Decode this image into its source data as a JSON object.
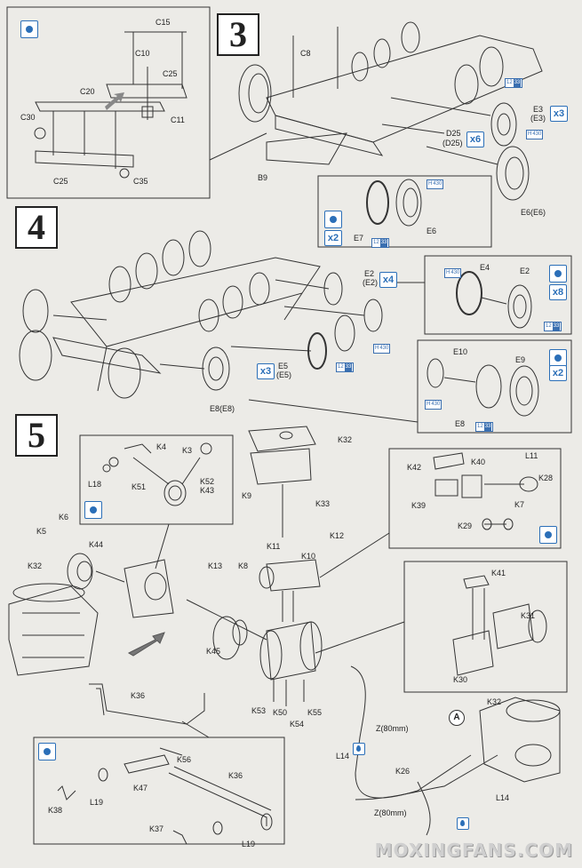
{
  "steps": [
    "3",
    "4",
    "5"
  ],
  "multipliers": {
    "m1": "x3",
    "m2": "x6",
    "m3": "x2",
    "m4": "x4",
    "m5": "x8",
    "m6": "x3",
    "m7": "x2"
  },
  "height_tags": {
    "h430": "H",
    "val430": "430",
    "h1233": "H",
    "val1233a": "12",
    "val1233b": "33"
  },
  "step3": {
    "labels": {
      "C15": "C15",
      "C10": "C10",
      "C25a": "C25",
      "C20": "C20",
      "C11": "C11",
      "C30": "C30",
      "C25b": "C25",
      "C35": "C35",
      "C8": "C8",
      "B9": "B9",
      "E3": "E3",
      "E3p": "(E3)",
      "D25": "D25",
      "D25p": "(D25)",
      "E6": "E6(E6)",
      "E7": "E7",
      "E6b": "E6"
    }
  },
  "step4": {
    "labels": {
      "E2top": "E2",
      "E2p": "(E2)",
      "E4": "E4",
      "E2": "E2",
      "E5": "E5",
      "E5p": "(E5)",
      "E8": "E8(E8)",
      "E10": "E10",
      "E9": "E9",
      "E8b": "E8"
    }
  },
  "step5": {
    "labels": {
      "K4": "K4",
      "K3": "K3",
      "L18": "L18",
      "K51": "K51",
      "K52": "K52",
      "K43": "K43",
      "K6": "K6",
      "K5": "K5",
      "K44": "K44",
      "K32a": "K32",
      "K32b": "K32",
      "K33": "K33",
      "K9": "K9",
      "K11": "K11",
      "K12": "K12",
      "K10": "K10",
      "K13": "K13",
      "K8": "K8",
      "K45": "K45",
      "K42": "K42",
      "K40": "K40",
      "L11": "L11",
      "K28": "K28",
      "K39": "K39",
      "K7": "K7",
      "K29": "K29",
      "K41": "K41",
      "K31": "K31",
      "K30": "K30",
      "K36a": "K36",
      "K53": "K53",
      "K50": "K50",
      "K55": "K55",
      "K54": "K54",
      "Z80a": "Z(80mm)",
      "L14a": "L14",
      "K26": "K26",
      "Z80b": "Z(80mm)",
      "L14b": "L14",
      "K32c": "K32",
      "K38": "K38",
      "L19a": "L19",
      "K47": "K47",
      "K56": "K56",
      "K36b": "K36",
      "K37": "K37",
      "L19b": "L19",
      "A": "A"
    }
  },
  "watermark": "MOXINGFANS.COM"
}
